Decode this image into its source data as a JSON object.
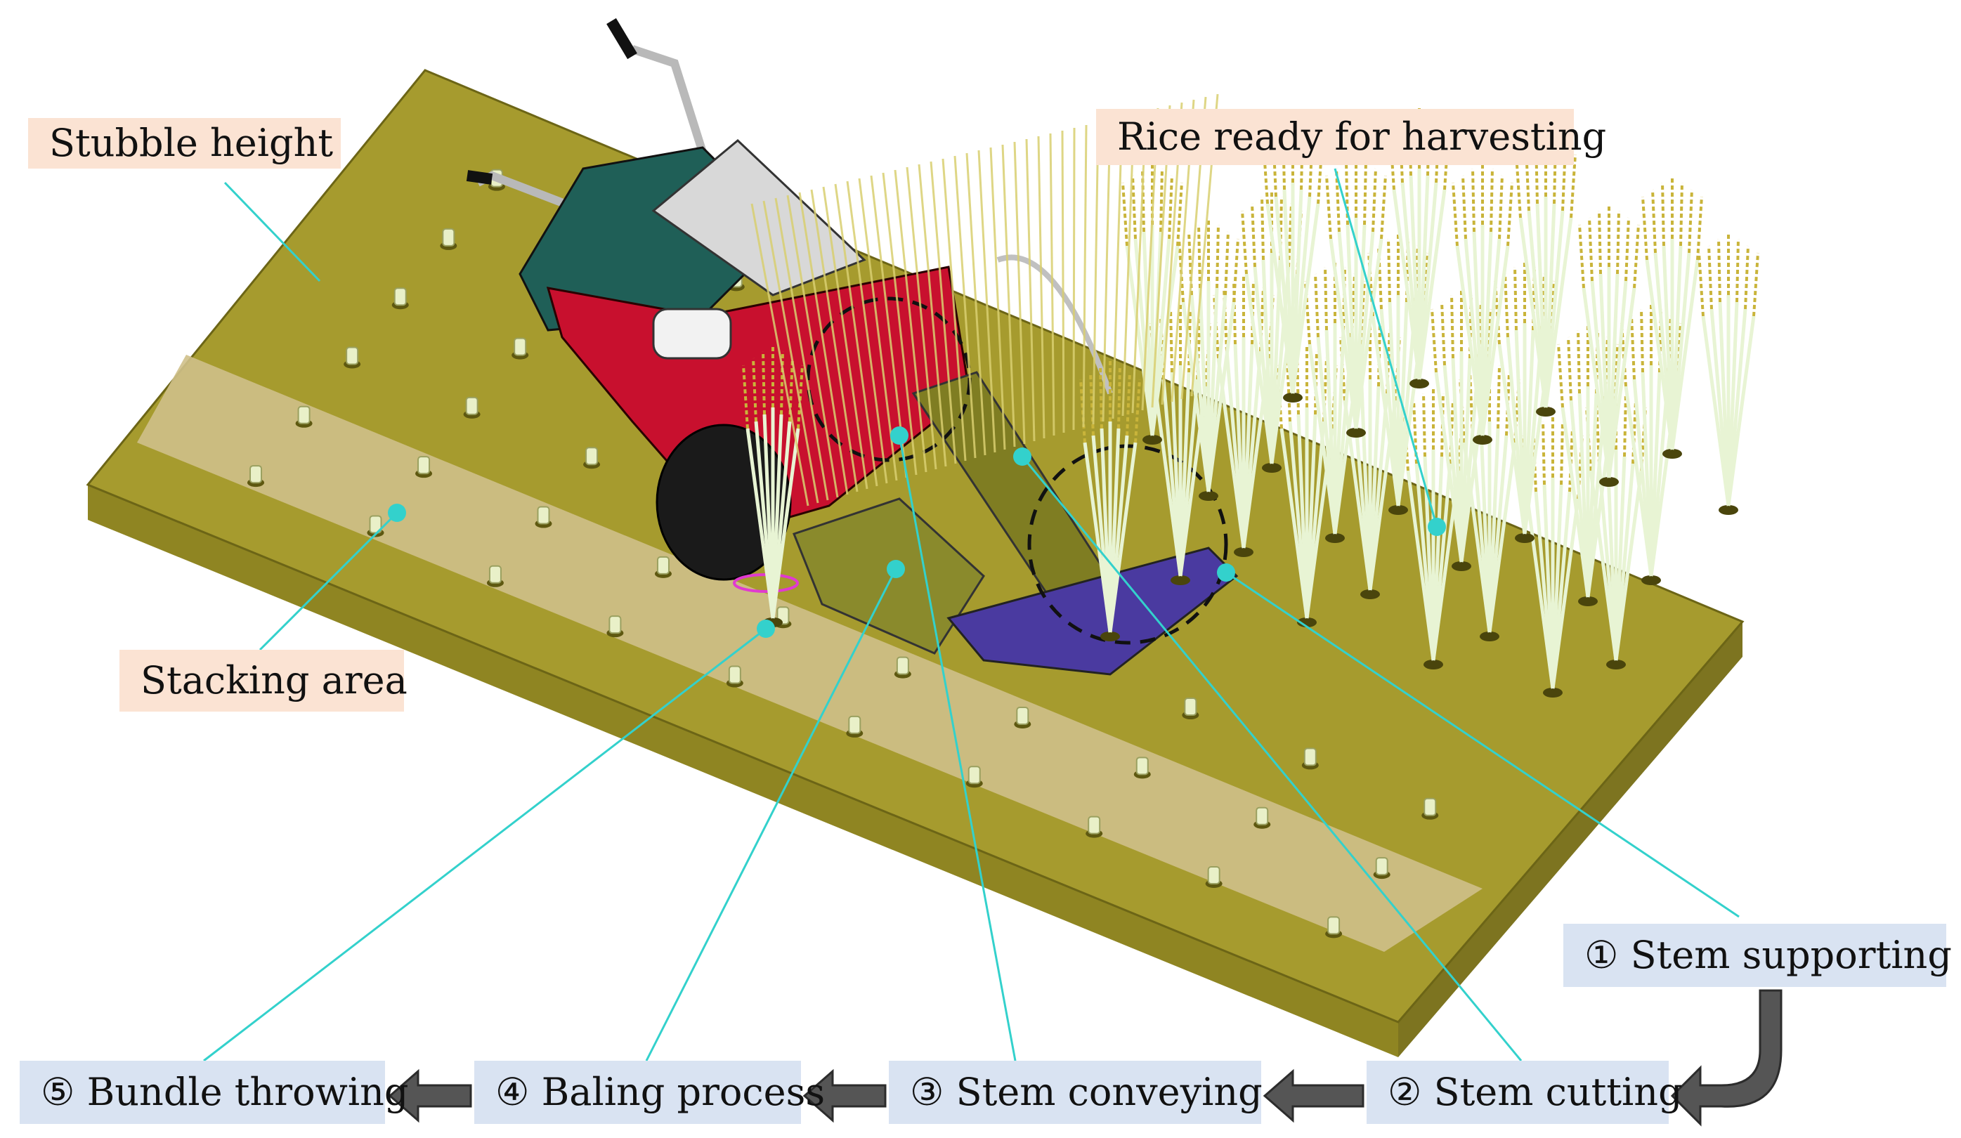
{
  "labels": {
    "stubble_height": "Stubble height",
    "rice_ready": "Rice ready for harvesting",
    "stacking_area": "Stacking area"
  },
  "steps": [
    {
      "number": "①",
      "label": "Stem supporting"
    },
    {
      "number": "②",
      "label": "Stem cutting"
    },
    {
      "number": "③",
      "label": "Stem conveying"
    },
    {
      "number": "④",
      "label": "Baling process"
    },
    {
      "number": "⑤",
      "label": "Bundle throwing"
    }
  ],
  "colors": {
    "field_top": "#a69b2e",
    "field_side": "#8f8522",
    "stacking_strip": "#cfc08a",
    "leader_line": "#33d1cc",
    "top_label_bg": "#fbe3d3",
    "step_label_bg": "#d9e3f2",
    "arrow": "#555555",
    "machine_red": "#c8102e",
    "machine_green": "#1f5f57",
    "machine_olive": "#7f7d22",
    "rice_stem": "#e8f4d4",
    "rice_grain": "#c9b43a"
  }
}
